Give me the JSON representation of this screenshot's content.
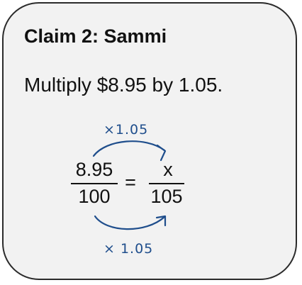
{
  "card": {
    "title": "Claim 2: Sammi",
    "instruction": "Multiply $8.95 by 1.05."
  },
  "proportion": {
    "left_numerator": "8.95",
    "left_denominator": "100",
    "equals": "=",
    "right_numerator": "x",
    "right_denominator": "105"
  },
  "annotations": {
    "top_multiplier": "×1.05",
    "bottom_multiplier": "× 1.05",
    "ink_color": "#1f4e8c"
  }
}
